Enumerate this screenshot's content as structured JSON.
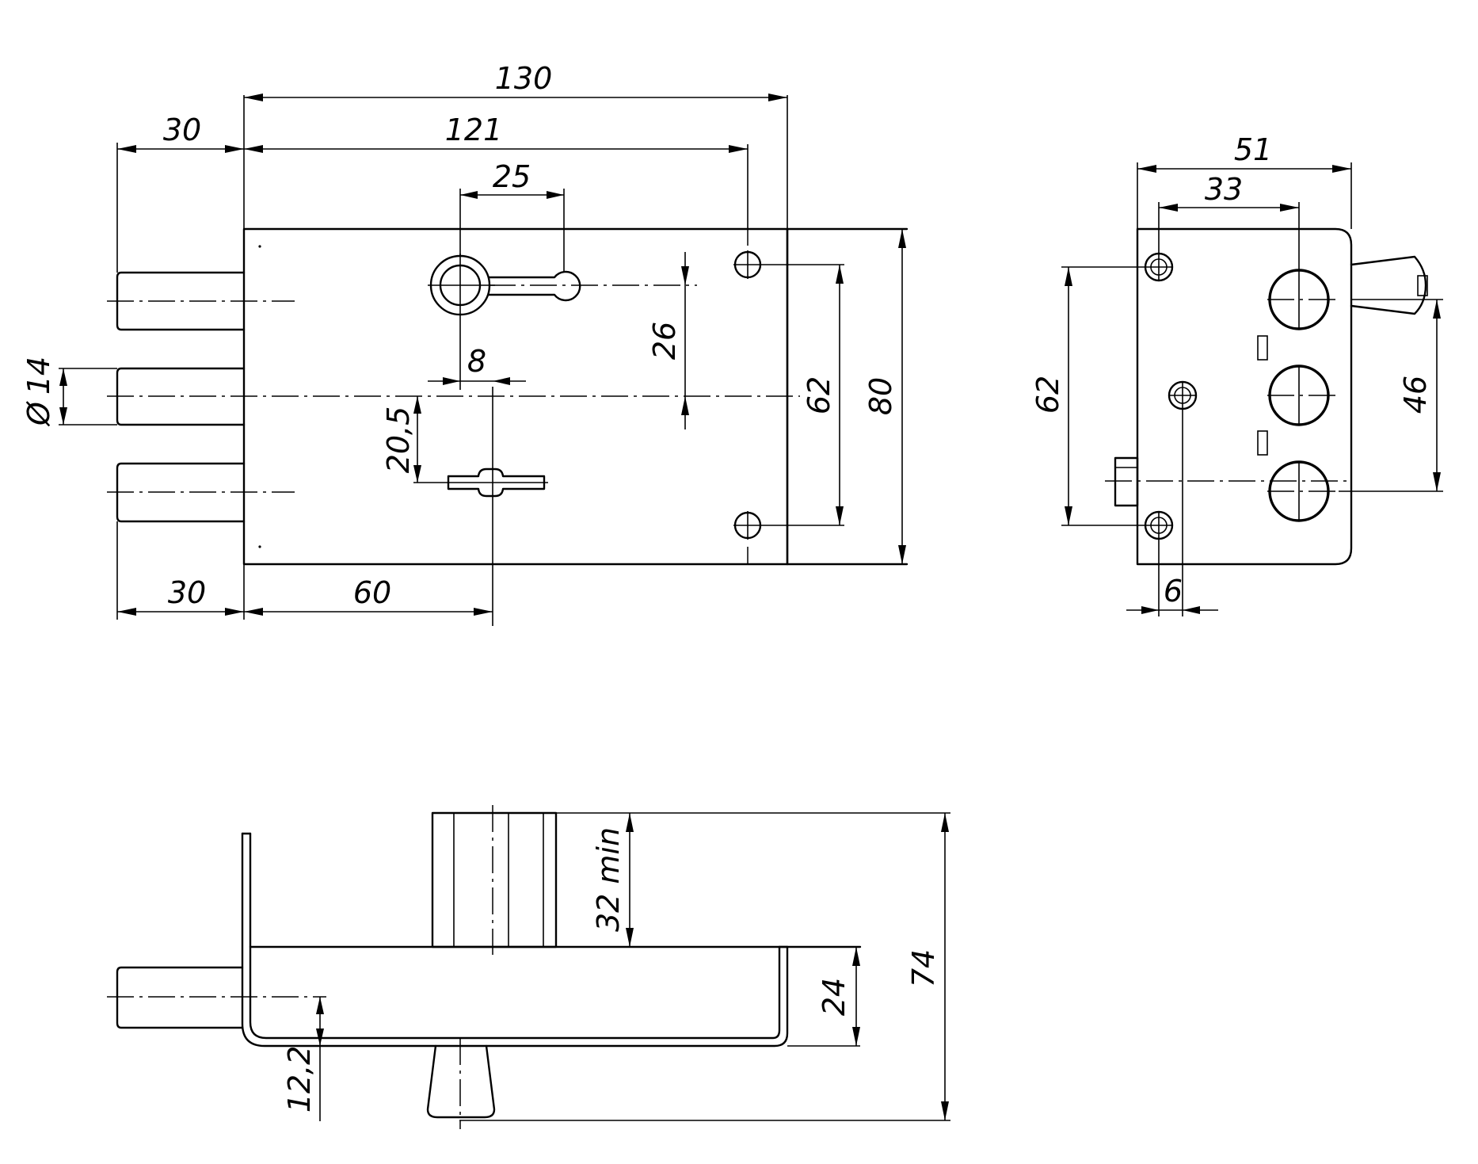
{
  "dimensions": {
    "front": {
      "overall_width": "130",
      "hole_span": "121",
      "bolt_projection_top": "30",
      "bolt_projection_bottom": "30",
      "handle_slot": "25",
      "key_offset_h": "8",
      "backset": "60",
      "handle_to_bolt": "26",
      "keyhole_offset_v": "20,5",
      "screw_spacing": "62",
      "overall_height": "80",
      "bolt_diameter": "14"
    },
    "side": {
      "overall_depth": "51",
      "hole_to_bolt_axis": "33",
      "screw_spacing": "62",
      "bolt_spacing": "46",
      "screw_offset": "6"
    },
    "bottom": {
      "door_thickness_min": "32 min",
      "case_depth": "24",
      "overall_depth": "74",
      "bolt_axis_height": "12,2"
    }
  },
  "symbols": {
    "diameter": "Ø"
  },
  "colors": {
    "line": "#000000",
    "background": "#ffffff"
  }
}
